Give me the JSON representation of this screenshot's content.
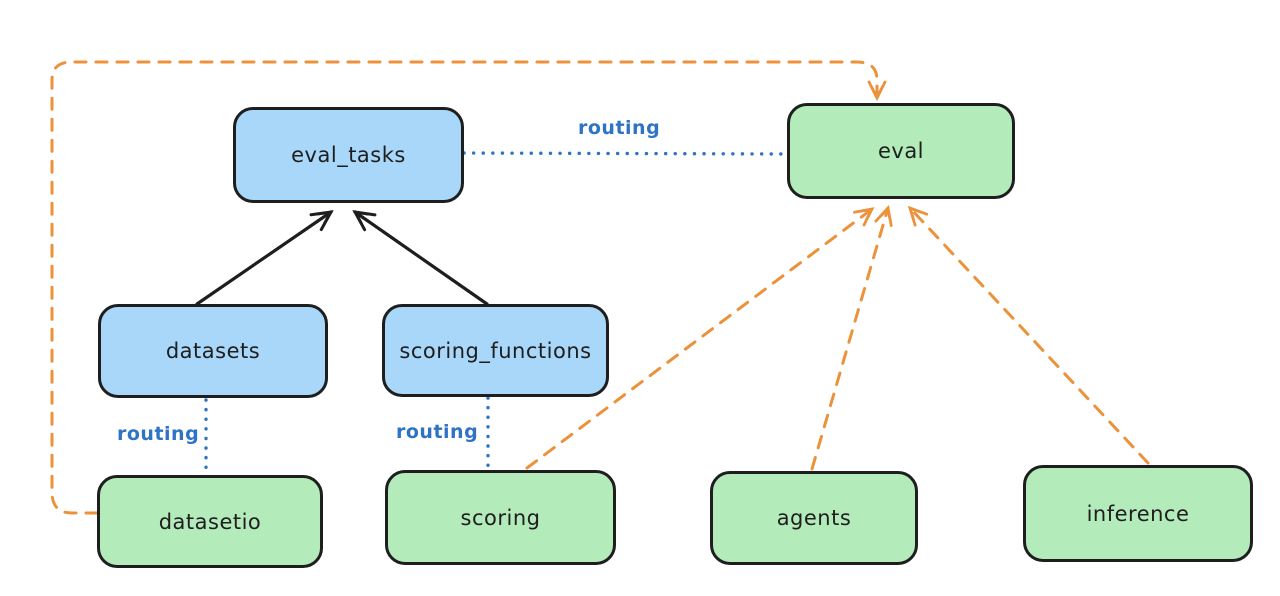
{
  "diagram": {
    "type": "flow-diagram",
    "background": "#ffffff",
    "colors": {
      "blue_node_fill": "#a9d7f9",
      "green_node_fill": "#b4ebbb",
      "node_stroke": "#1e1e1e",
      "routing_blue": "#2f73c5",
      "orange_dashed": "#eb923b",
      "black_arrow": "#1e1e1e"
    },
    "nodes": [
      {
        "id": "eval_tasks",
        "label": "eval_tasks",
        "fill": "blue"
      },
      {
        "id": "eval",
        "label": "eval",
        "fill": "green"
      },
      {
        "id": "datasets",
        "label": "datasets",
        "fill": "blue"
      },
      {
        "id": "scoring_functions",
        "label": "scoring_functions",
        "fill": "blue"
      },
      {
        "id": "datasetio",
        "label": "datasetio",
        "fill": "green"
      },
      {
        "id": "scoring",
        "label": "scoring",
        "fill": "green"
      },
      {
        "id": "agents",
        "label": "agents",
        "fill": "green"
      },
      {
        "id": "inference",
        "label": "inference",
        "fill": "green"
      }
    ],
    "edges": [
      {
        "from": "datasets",
        "to": "eval_tasks",
        "style": "solid",
        "color": "black",
        "arrowhead": true
      },
      {
        "from": "scoring_functions",
        "to": "eval_tasks",
        "style": "solid",
        "color": "black",
        "arrowhead": true
      },
      {
        "from": "eval_tasks",
        "to": "eval",
        "style": "dotted",
        "color": "blue",
        "arrowhead": false,
        "label": "routing"
      },
      {
        "from": "datasets",
        "to": "datasetio",
        "style": "dotted",
        "color": "blue",
        "arrowhead": false,
        "label": "routing"
      },
      {
        "from": "scoring_functions",
        "to": "scoring",
        "style": "dotted",
        "color": "blue",
        "arrowhead": false,
        "label": "routing"
      },
      {
        "from": "datasetio",
        "to": "eval",
        "style": "dashed",
        "color": "orange",
        "arrowhead": true
      },
      {
        "from": "scoring",
        "to": "eval",
        "style": "dashed",
        "color": "orange",
        "arrowhead": true
      },
      {
        "from": "agents",
        "to": "eval",
        "style": "dashed",
        "color": "orange",
        "arrowhead": true
      },
      {
        "from": "inference",
        "to": "eval",
        "style": "dashed",
        "color": "orange",
        "arrowhead": true
      }
    ],
    "edge_labels": {
      "routing_top": "routing",
      "routing_datasets": "routing",
      "routing_scoring": "routing"
    }
  }
}
